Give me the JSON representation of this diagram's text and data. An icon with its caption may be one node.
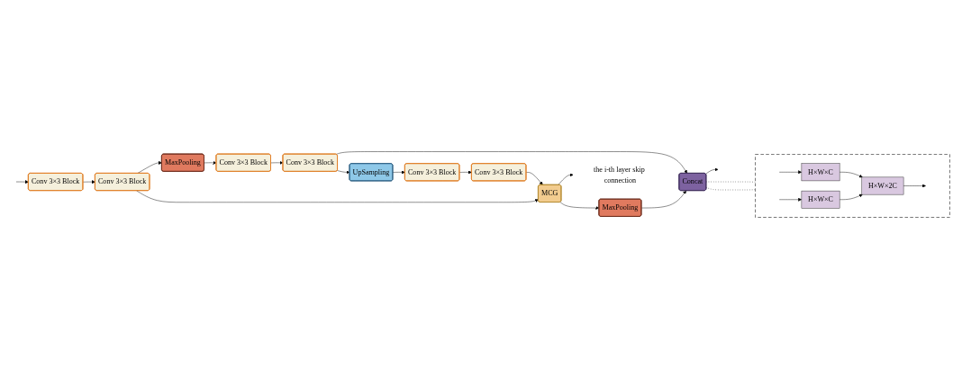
{
  "diagram": {
    "nodes": [
      {
        "text": [
          "Conv 3×3 Block"
        ]
      },
      {
        "text": [
          "Conv 3×3 Block"
        ]
      },
      {
        "text": [
          "MaxPooling"
        ]
      },
      {
        "text": [
          "Conv 3×3 Block"
        ]
      },
      {
        "text": [
          "Conv 3×3 Block"
        ]
      },
      {
        "text": [
          "UpSampling"
        ]
      },
      {
        "text": [
          "Conv 3×3 Block"
        ]
      },
      {
        "text": [
          "Conv 3×3 Block"
        ]
      },
      {
        "text": [
          "MCG"
        ]
      },
      {
        "text": [
          "MaxPooling"
        ]
      },
      {
        "text": [
          "Concat"
        ]
      },
      {
        "text": [
          "the i-th layer skip connection"
        ]
      },
      {
        "text": [],
        "shape": "box"
      },
      {
        "text": [
          "H×W×C"
        ],
        "in": 12
      },
      {
        "text": [
          "H×W×C"
        ],
        "in": 12
      },
      {
        "text": [
          "H×W×2C"
        ],
        "in": 12
      }
    ],
    "edges": [
      {
        "from": null,
        "to": 0,
        "arrow": "to"
      },
      {
        "from": 0,
        "to": 1,
        "arrow": "to"
      },
      {
        "from": 1,
        "to": 2,
        "arrow": "to"
      },
      {
        "from": 2,
        "to": 3,
        "arrow": "to"
      },
      {
        "from": 3,
        "to": 4,
        "arrow": "to"
      },
      {
        "from": 4,
        "to": 5,
        "arrow": "to"
      },
      {
        "from": 5,
        "to": 6,
        "arrow": "to"
      },
      {
        "from": 6,
        "to": 7,
        "arrow": "to"
      },
      {
        "from": 7,
        "to": 8,
        "arrow": "to"
      },
      {
        "from": 1,
        "to": 8,
        "arrow": "to"
      },
      {
        "from": 4,
        "to": 10,
        "arrow": "to"
      },
      {
        "from": 8,
        "to": 9,
        "arrow": "to"
      },
      {
        "from": 9,
        "to": 10,
        "arrow": "to"
      },
      {
        "from": 10,
        "to": null,
        "arrow": "to"
      },
      {
        "from": 8,
        "to": 11,
        "arrow": "to"
      },
      {
        "from": 10,
        "to": 12,
        "arrow": "none",
        "style": "dashed"
      },
      {
        "from": 10,
        "to": 12,
        "arrow": "none",
        "style": "dashed"
      },
      {
        "from": null,
        "to": 13,
        "arrow": "to"
      },
      {
        "from": null,
        "to": 14,
        "arrow": "to"
      },
      {
        "from": 13,
        "to": 15,
        "arrow": "to"
      },
      {
        "from": 14,
        "to": 15,
        "arrow": "to"
      },
      {
        "from": 15,
        "to": null,
        "arrow": "to"
      }
    ]
  }
}
